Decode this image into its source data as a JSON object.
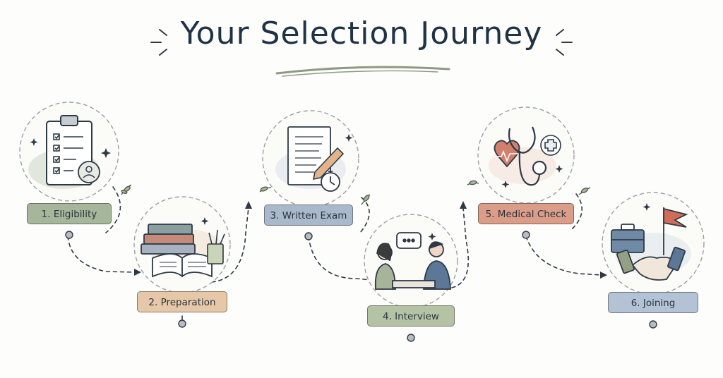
{
  "title": "Your Selection Journey",
  "steps": [
    {
      "label": "1. Eligibility",
      "color": "#a5b69b"
    },
    {
      "label": "2. Preparation",
      "color": "#e6c7a8"
    },
    {
      "label": "3. Written Exam",
      "color": "#a9b8cb"
    },
    {
      "label": "4. Interview",
      "color": "#b4c3a4"
    },
    {
      "label": "5. Medical Check",
      "color": "#dc9d88"
    },
    {
      "label": "6. Joining",
      "color": "#b3c2d4"
    }
  ],
  "colors": {
    "ink": "#2e3946",
    "title": "#1f3347",
    "underline": "#8f9a85"
  }
}
